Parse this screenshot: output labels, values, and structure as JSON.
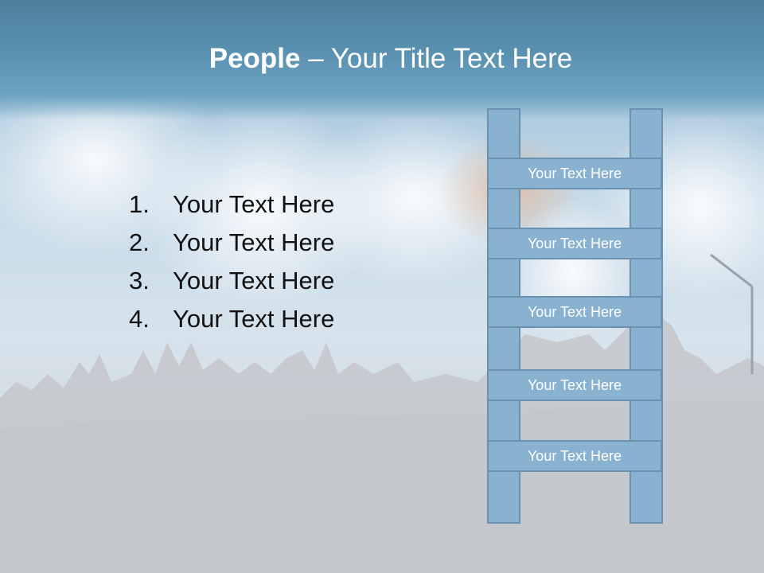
{
  "title": {
    "bold_part": "People",
    "separator": " – ",
    "regular_part": "Your Title Text Here"
  },
  "list_items": [
    {
      "number": "1.",
      "text": "Your Text Here"
    },
    {
      "number": "2.",
      "text": "Your Text Here"
    },
    {
      "number": "3.",
      "text": "Your Text Here"
    },
    {
      "number": "4.",
      "text": "Your Text Here"
    }
  ],
  "ladder_rungs": [
    {
      "label": "Your Text Here"
    },
    {
      "label": "Your Text Here"
    },
    {
      "label": "Your Text Here"
    },
    {
      "label": "Your Text Here"
    },
    {
      "label": "Your Text Here"
    }
  ],
  "colors": {
    "title_band": "#5a91b0",
    "ladder_fill": "#88b2cf",
    "ladder_border": "#6a92b0",
    "crowd_silhouette": "#c4c7cb"
  }
}
